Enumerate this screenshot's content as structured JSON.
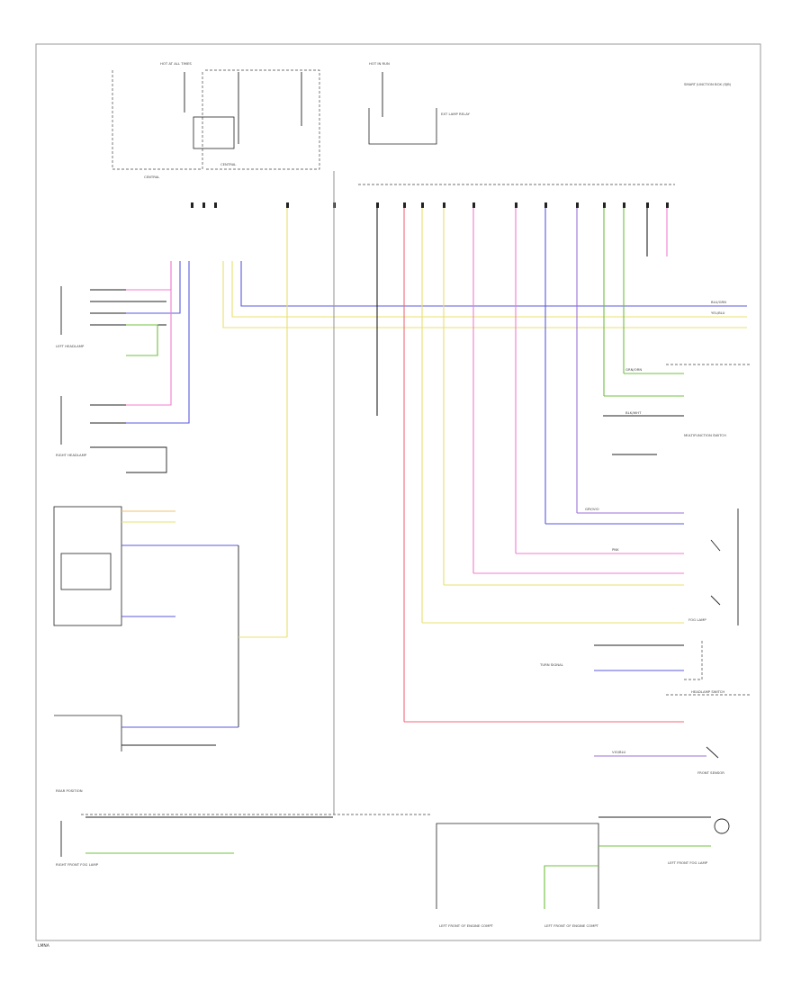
{
  "colors": {
    "blk": "#222222",
    "blue": "#5a5adc",
    "yellow": "#e8e070",
    "pink": "#f07cd0",
    "green": "#70c040",
    "violet": "#9a70d8",
    "orange": "#f0c070",
    "red": "#f06a7a",
    "gray": "#9a9a9a"
  },
  "labels": {
    "fuse_block": "HOT AT ALL TIMES",
    "hot_run": "HOT IN RUN",
    "sjb": "SMART JUNCTION BOX (SJB)",
    "central1": "CENTRAL",
    "central2": "CENTRAL",
    "exterior_lamp": "EXT LAMP RELAY",
    "left_headlamp": "LEFT HEADLAMP",
    "right_headlamp": "RIGHT HEADLAMP",
    "rear_pos": "REAR POSITION",
    "multifunction": "MULTIFUNCTION SWITCH",
    "headlamp_switch": "HEADLAMP SWITCH",
    "fog_lamp": "FOG LAMP",
    "turn_sig": "TURN SIGNAL",
    "ground_left": "LEFT FRONT OF ENGINE COMPT",
    "ground_right": "LEFT FRONT OF ENGINE COMPT",
    "right_front_fog": "RIGHT FRONT FOG LAMP",
    "left_front_fog": "LEFT FRONT FOG LAMP",
    "front_sensor": "FRONT SENSOR",
    "footer": "LMNA"
  },
  "wire_labels": {
    "blu_grn": "BLU/GRN",
    "yel_blu": "YEL/BLU",
    "blk_wht": "BLK/WHT",
    "gry_vio": "GRY/VIO",
    "grn_orn": "GRN/ORN",
    "pnk": "PNK",
    "vio_blu": "VIO/BLU"
  }
}
